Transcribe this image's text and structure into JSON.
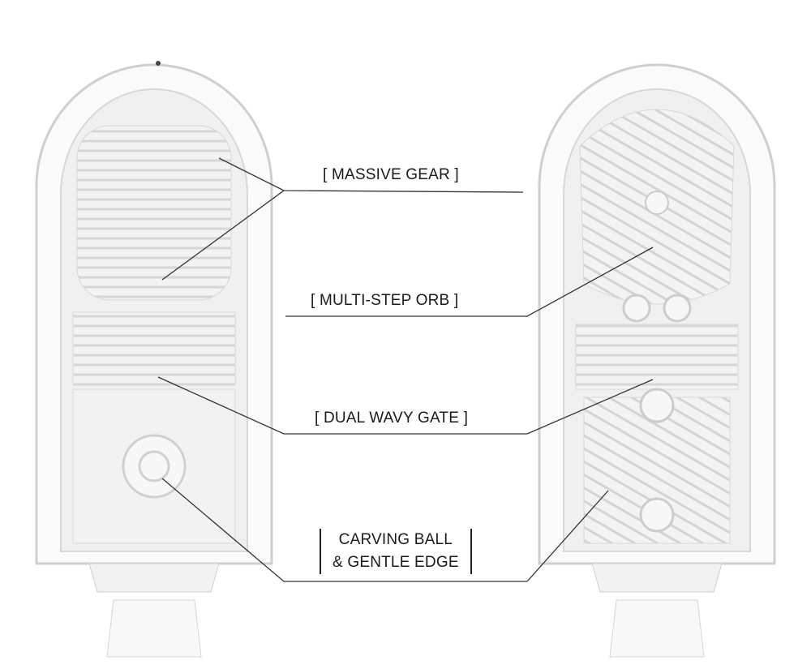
{
  "labels": {
    "massive_gear": "[ MASSIVE GEAR ]",
    "multi_step_orb": "[  MULTI-STEP ORB ]",
    "dual_wavy_gate": "[ DUAL WAVY GATE ]",
    "carving_ball_line1": "CARVING BALL",
    "carving_ball_line2": "& GENTLE EDGE"
  },
  "colors": {
    "line": "#333333",
    "outline": "#cfcfcf",
    "fill": "#eeeeee"
  }
}
